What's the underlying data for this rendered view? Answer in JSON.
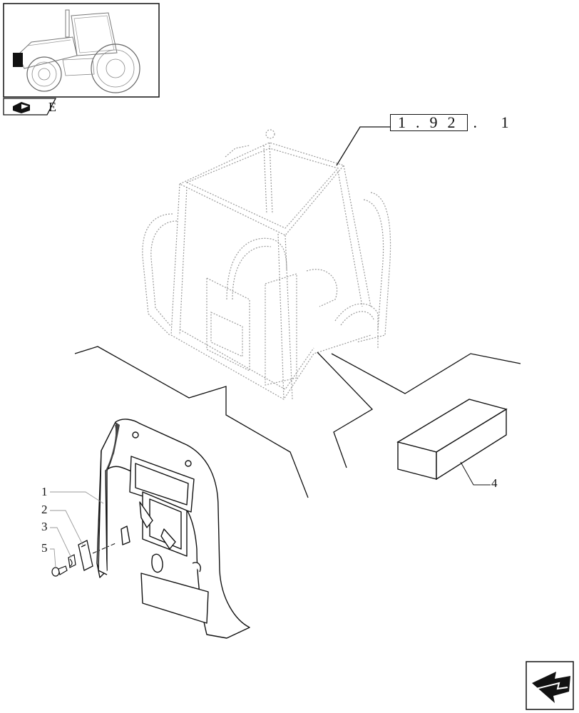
{
  "thumbnail": {
    "tab_label": "E"
  },
  "section_reference": {
    "boxed_part": "1.92",
    "suffix": ". 1"
  },
  "part_numbers": [
    "1",
    "2",
    "3",
    "4",
    "5"
  ],
  "icons": {
    "thumbnail": "tractor-thumbnail-icon",
    "tab": "book-page-icon",
    "navigation": "next-page-arrow-icon"
  },
  "colors": {
    "line": "#111111",
    "phantom": "#9a9a9a",
    "shade": "#444444"
  }
}
